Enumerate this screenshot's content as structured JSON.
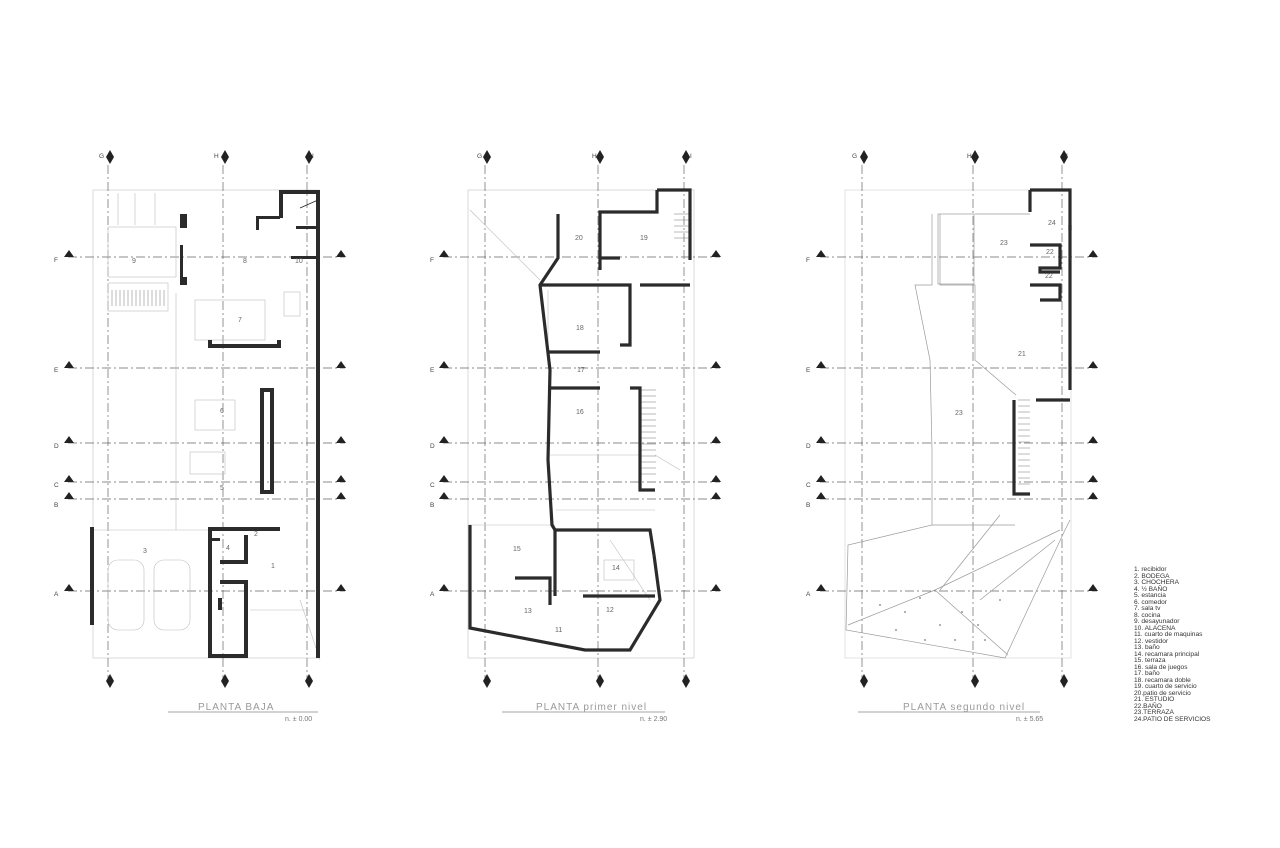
{
  "grid": {
    "columns": [
      "G",
      "H",
      "I"
    ],
    "rows": [
      "F",
      "E",
      "D",
      "C",
      "B",
      "A"
    ]
  },
  "plans": [
    {
      "title": "PLANTA BAJA",
      "level": "n. ± 0.00",
      "rooms": [
        "1",
        "2",
        "3",
        "4",
        "5",
        "6",
        "7",
        "8",
        "9",
        "10"
      ]
    },
    {
      "title": "PLANTA primer nivel",
      "level": "n. ± 2.90",
      "rooms": [
        "11",
        "12",
        "13",
        "14",
        "15",
        "16",
        "17",
        "18",
        "19",
        "20"
      ]
    },
    {
      "title": "PLANTA segundo nivel",
      "level": "n. ± 5.65",
      "rooms": [
        "21",
        "22",
        "22",
        "23",
        "23",
        "24"
      ]
    }
  ],
  "legend": [
    "1.     recibidor",
    "2. BODEGA",
    "3. CHOCHERA",
    "4. ½ BAÑO",
    "5. estancia",
    "6. comedor",
    "7. sala tv",
    "8. cocina",
    "9. desayunador",
    "10. ALACENA",
    "11. cuarto de maquinas",
    "12. vestidor",
    "13. baño",
    "14. recamara principal",
    "15. terraza",
    "16. sala de juegos",
    "17. baño",
    "18. recamara doble",
    "19. cuarto de servicio",
    "20.patio de servicio",
    "21. ESTUDIO",
    "22.BAÑO",
    "23.TERRAZA",
    "24.PATIO DE SERVICIOS"
  ],
  "colors": {
    "wall": "#2b2b2b",
    "axis": "#555555",
    "faint": "#c8c8c8",
    "text": "#666666"
  }
}
